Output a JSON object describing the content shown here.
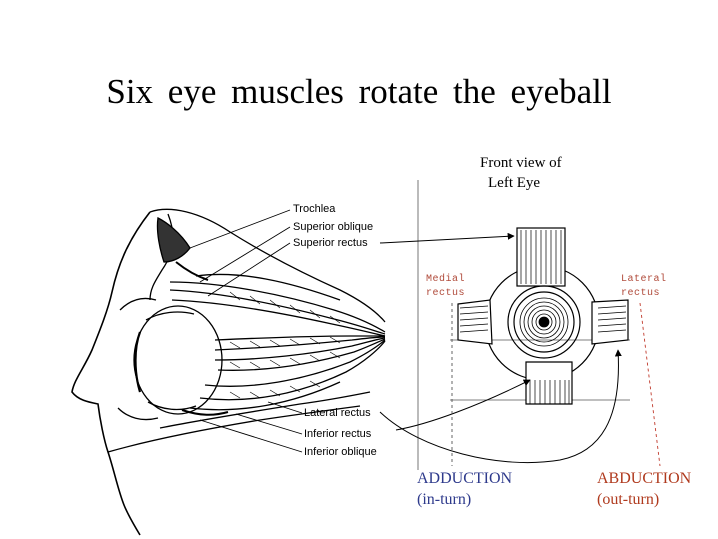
{
  "title": "Six eye muscles rotate the eyeball",
  "front_view": {
    "line1": "Front view of",
    "line2": "Left Eye"
  },
  "side_view_labels": {
    "trochlea": "Trochlea",
    "superior_oblique": "Superior oblique",
    "superior_rectus": "Superior rectus",
    "lateral_rectus": "Lateral rectus",
    "inferior_rectus": "Inferior rectus",
    "inferior_oblique": "Inferior oblique"
  },
  "front_view_labels": {
    "medial_line1": "Medial",
    "medial_line2": "rectus",
    "lateral_line1": "Lateral",
    "lateral_line2": "rectus"
  },
  "motions": {
    "adduction": "ADDUCTION",
    "adduction_sub": "(in-turn)",
    "abduction": "ABDUCTION",
    "abduction_sub": "(out-turn)"
  },
  "colors": {
    "adduction": "#2e3a8c",
    "abduction": "#b03a1e",
    "mono_label": "#b04a3a"
  }
}
